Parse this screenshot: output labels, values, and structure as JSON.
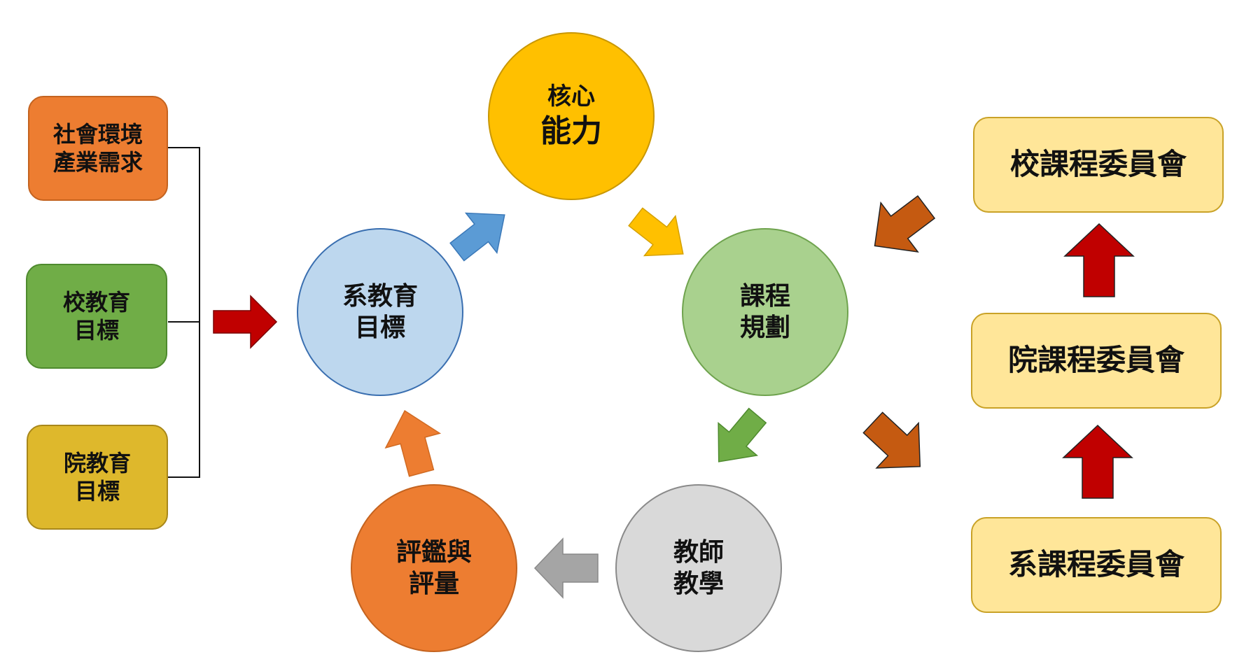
{
  "colors": {
    "orange": "#ED7D31",
    "green": "#70AD47",
    "gold": "#DEB82C",
    "yellow": "#FFC000",
    "blue_light": "#BDD7EE",
    "blue_arrow": "#5B9BD5",
    "green_light": "#A9D18E",
    "gray_light": "#D9D9D9",
    "gray_arrow": "#A5A5A5",
    "red": "#C00000",
    "brown": "#C55A11",
    "committee_fill": "#FFE699"
  },
  "inputs": [
    {
      "lines": [
        "社會環境",
        "產業需求"
      ]
    },
    {
      "lines": [
        "校教育",
        "目標"
      ]
    },
    {
      "lines": [
        "院教育",
        "目標"
      ]
    }
  ],
  "cycle": {
    "dept_goals": {
      "lines": [
        "系教育",
        "目標"
      ]
    },
    "core_ability": {
      "lines": [
        "核心",
        "能力"
      ]
    },
    "curriculum_planning": {
      "lines": [
        "課程",
        "規劃"
      ]
    },
    "teacher_teaching": {
      "lines": [
        "教師",
        "教學"
      ]
    },
    "assessment": {
      "lines": [
        "評鑑與",
        "評量"
      ]
    }
  },
  "committees": [
    {
      "label": "校課程委員會"
    },
    {
      "label": "院課程委員會"
    },
    {
      "label": "系課程委員會"
    }
  ]
}
